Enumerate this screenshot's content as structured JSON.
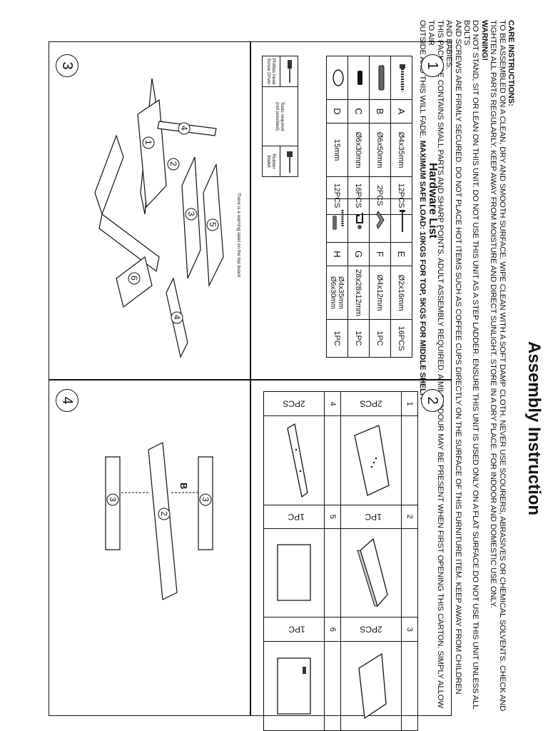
{
  "header": {
    "title": "Assembly Instruction",
    "care_heading": "CARE INSTRUCTIONS:",
    "care_lines": [
      "TO BE ASSEMBLED ON A CLEAN, DRY AND SMOOTH SURFACE. WIPE CLEAN WITH A SOFT DAMP CLOTH. NEVER USE SCOURERS, ABRASIVES OR CHEMICAL SOLVENTS. CHECK AND",
      "TIGHTEN ALL PARTS REGULARLY. KEEP AWAY FROM MOISTURE AND DIRECT SUNLIGHT. STORE IN A DRY PLACE. FOR INDOOR AND DOMESTIC USE ONLY."
    ],
    "warning_heading": "WARNING!",
    "warning_lines": [
      "DO NOT STAND, SIT OR LEAN ON THIS UNIT. DO NOT USE THIS UNIT AS A STEP LADDER. ENSURE THIS UNIT IS USED ONLY ON A FLAT SURFACE.DO NOT USE THIS UNIT UNLESS ALL BOLTS",
      "AND SCREWS ARE FIRMLY SECURED. DO NOT PLACE HOT ITEMS SUCH AS COFFEE CUPS DIRECTLY ON THE SURFACE OF THIS FURNITURE ITEM. KEEP AWAY FROM CHILDREN AND BABIES.",
      "THIS PACKAGE CONTAINS SMALL PARTS AND SHARP POINTS. ADULT ASSEMBLY REQUIRED. A MILD ODOUR MAY BE PRESENT WHEN FIRST OPENING THIS CARTON. SIMPLY ALLOW TO AIR"
    ],
    "last_line_start": "OUTSIDE AND THIS WILL FADE.",
    "last_line_bold": "MAXIMUM SAFE LOAD: 10KGS FOR TOP, 5KGS FOR MIDDLE SHELF."
  },
  "step1": {
    "number": "1",
    "hardware_title": "Hardware List",
    "hardware_left": [
      {
        "letter": "A",
        "size": "Ø4x35mm",
        "qty": "12PCS",
        "icon": "screw-icon"
      },
      {
        "letter": "B",
        "size": "Ø6x50mm",
        "qty": "2PCS",
        "icon": "dowel-icon"
      },
      {
        "letter": "C",
        "size": "Ø6x30mm",
        "qty": "16PCS",
        "icon": "short-dowel-icon"
      },
      {
        "letter": "D",
        "size": "15mm",
        "qty": "12PCS",
        "icon": "cap-icon"
      }
    ],
    "hardware_right": [
      {
        "letter": "E",
        "size": "Ø2x16mm",
        "qty": "16PCS",
        "icon": "nail-icon"
      },
      {
        "letter": "F",
        "size": "Ø4x12mm",
        "qty": "1PC",
        "icon": "bracket-icon"
      },
      {
        "letter": "G",
        "size": "28x28x12mm",
        "qty": "1PC",
        "icon": "clip-icon"
      },
      {
        "letter": "H",
        "size": "Ø4x35mm",
        "size2": "Ø6x30mm",
        "qty": "1PC",
        "icon": "anchor-screw-icon"
      }
    ],
    "tools": {
      "required": "Tools required",
      "not_provided": "(not provided)",
      "screwdriver": "Phillips head Screw Driver",
      "mallet": "Rubber Mallet"
    }
  },
  "step2": {
    "number": "2",
    "parts": [
      {
        "num": "1",
        "qty": "2PCS"
      },
      {
        "num": "2",
        "qty": "1PC"
      },
      {
        "num": "3",
        "qty": "2PCS"
      },
      {
        "num": "4",
        "qty": "2PCS"
      },
      {
        "num": "5",
        "qty": "1PC"
      },
      {
        "num": "6",
        "qty": "1PC"
      }
    ]
  },
  "step3": {
    "number": "3",
    "note": "There is a warning label on the top board",
    "labels": [
      "1",
      "2",
      "3",
      "4",
      "4",
      "5",
      "6"
    ]
  },
  "step4": {
    "number": "4",
    "labels": [
      "2",
      "3",
      "3"
    ],
    "hardware_letter": "B"
  }
}
